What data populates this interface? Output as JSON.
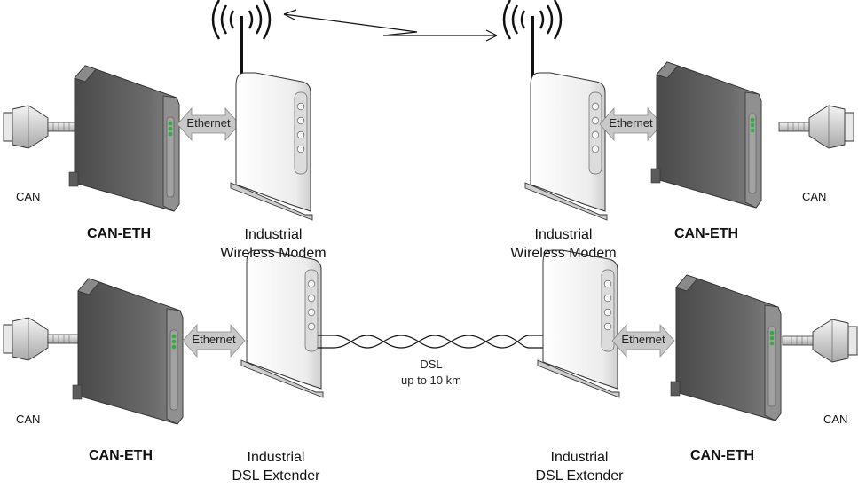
{
  "rows": [
    {
      "link": "wireless",
      "left": {
        "port_label": "CAN",
        "device_label": "CAN-ETH",
        "interface_label": "Ethernet",
        "modem_label_line1": "Industrial",
        "modem_label_line2": "Wireless Modem"
      },
      "right": {
        "port_label": "CAN",
        "device_label": "CAN-ETH",
        "interface_label": "Ethernet",
        "modem_label_line1": "Industrial",
        "modem_label_line2": "Wireless Modem"
      }
    },
    {
      "link": "dsl",
      "link_label_line1": "DSL",
      "link_label_line2": "up to 10 km",
      "left": {
        "port_label": "CAN",
        "device_label": "CAN-ETH",
        "interface_label": "Ethernet",
        "modem_label_line1": "Industrial",
        "modem_label_line2": "DSL Extender"
      },
      "right": {
        "port_label": "CAN",
        "device_label": "CAN-ETH",
        "interface_label": "Ethernet",
        "modem_label_line1": "Industrial",
        "modem_label_line2": "DSL Extender"
      }
    }
  ],
  "colors": {
    "device_body": "#5b5b5b",
    "device_face": "#7a7a7a",
    "led": "#2fae3a",
    "arrow_fill": "#c8c8c8",
    "modem_body": "#f2f2f2"
  }
}
